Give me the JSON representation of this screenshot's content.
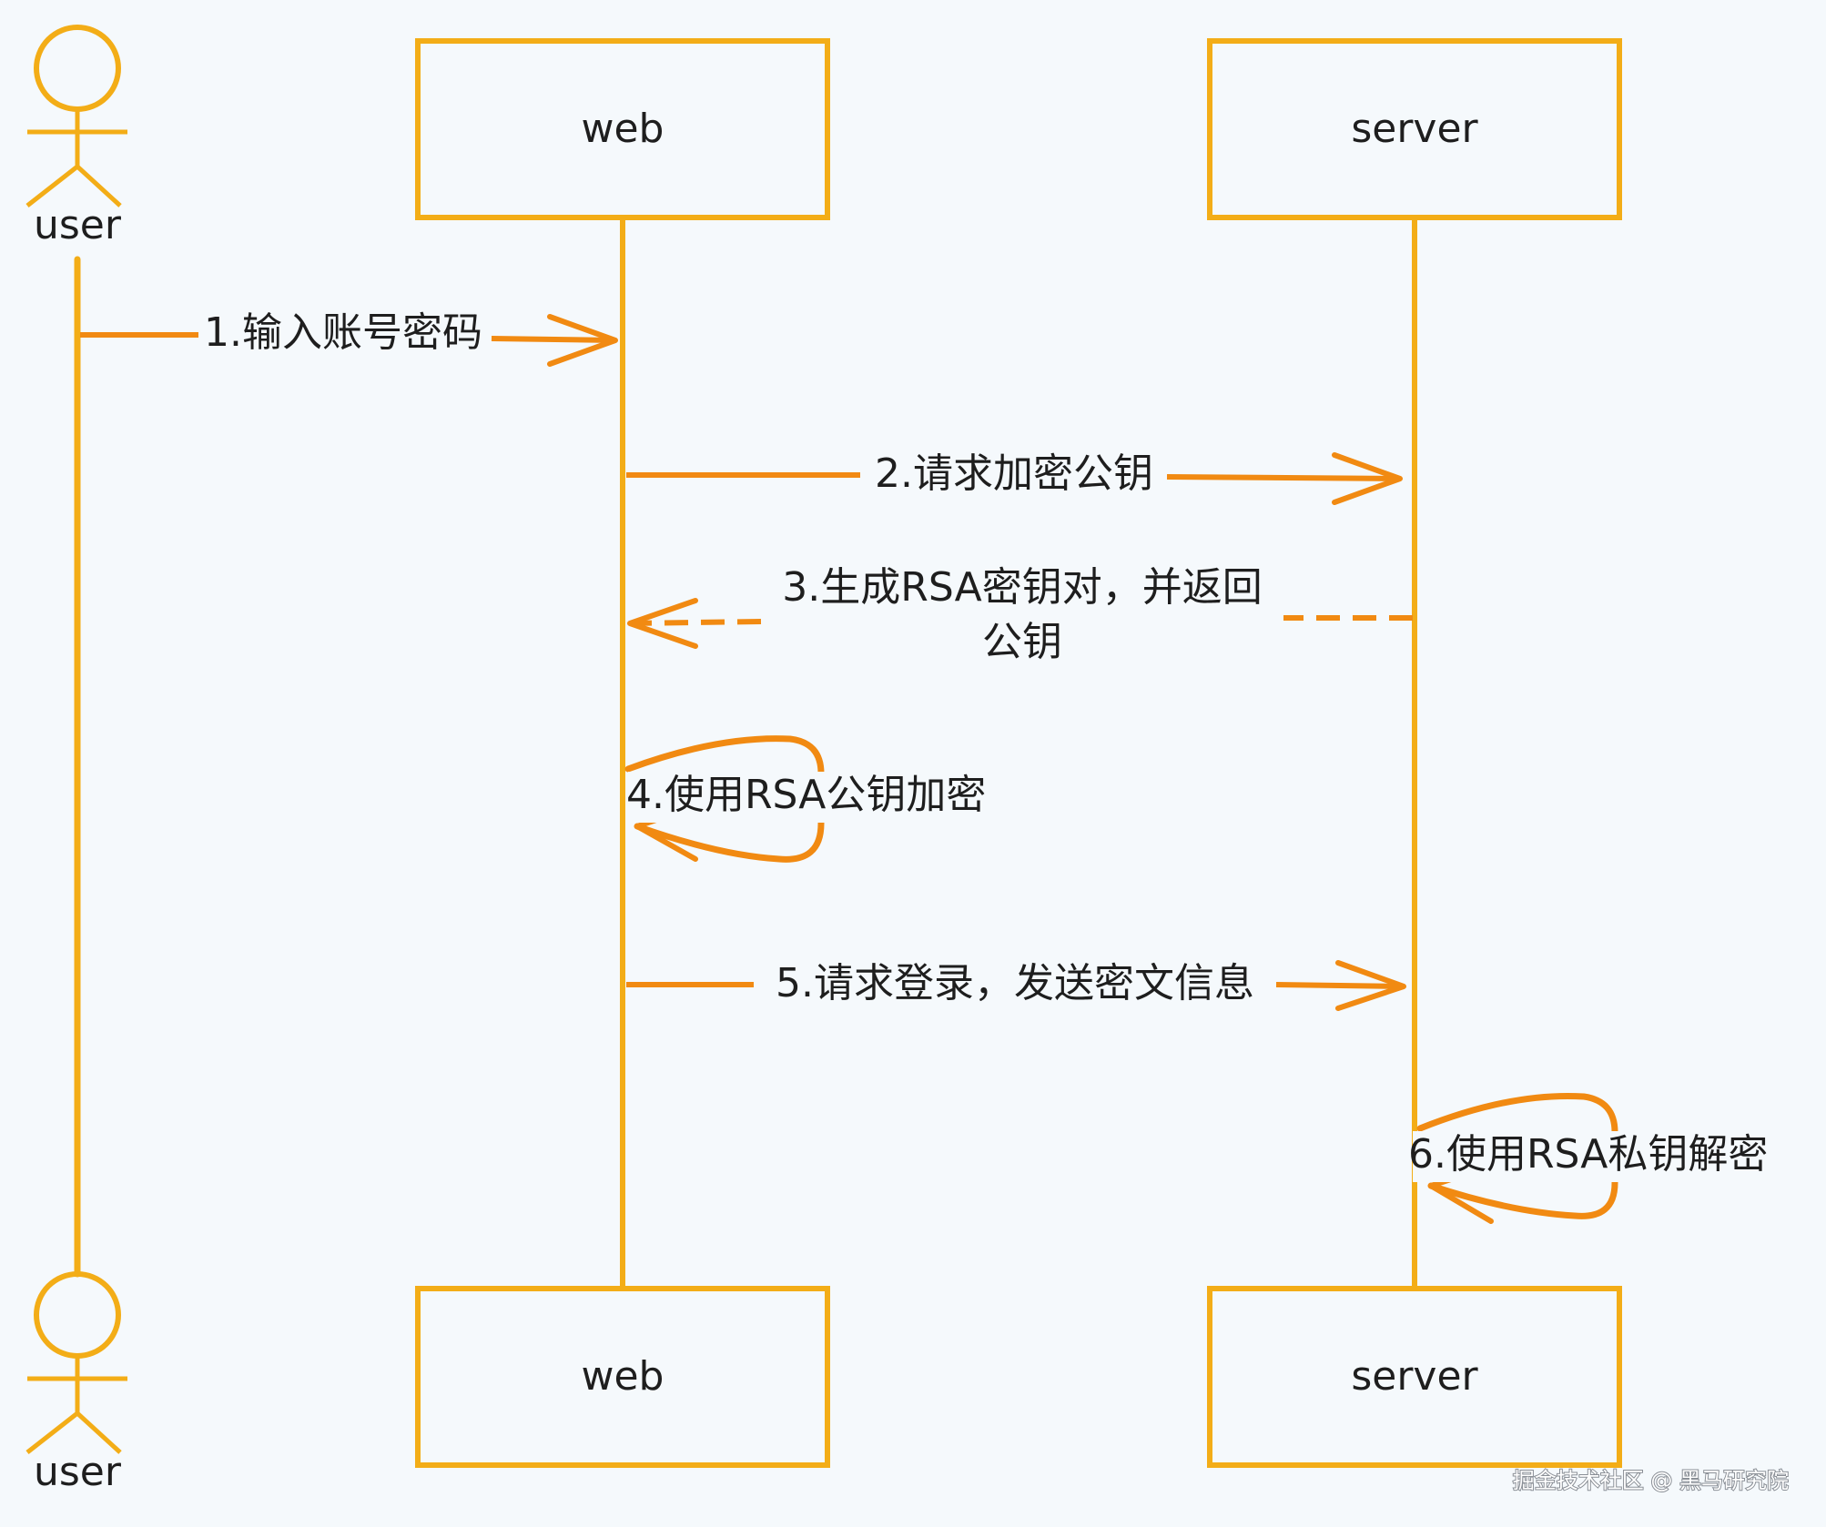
{
  "participants": {
    "user": "user",
    "web": "web",
    "server": "server"
  },
  "messages": [
    "1.输入账号密码",
    "2.请求加密公钥",
    "3.生成RSA密钥对，并返回",
    "公钥",
    "4.使用RSA公钥加密",
    "5.请求登录，发送密文信息",
    "6.使用RSA私钥解密"
  ],
  "watermark": "掘金技术社区 @ 黑马研究院",
  "colors": {
    "line": "#f3ad17",
    "arrow": "#f18a12",
    "background": "#f5f9fc",
    "text": "#1e1e1e"
  }
}
